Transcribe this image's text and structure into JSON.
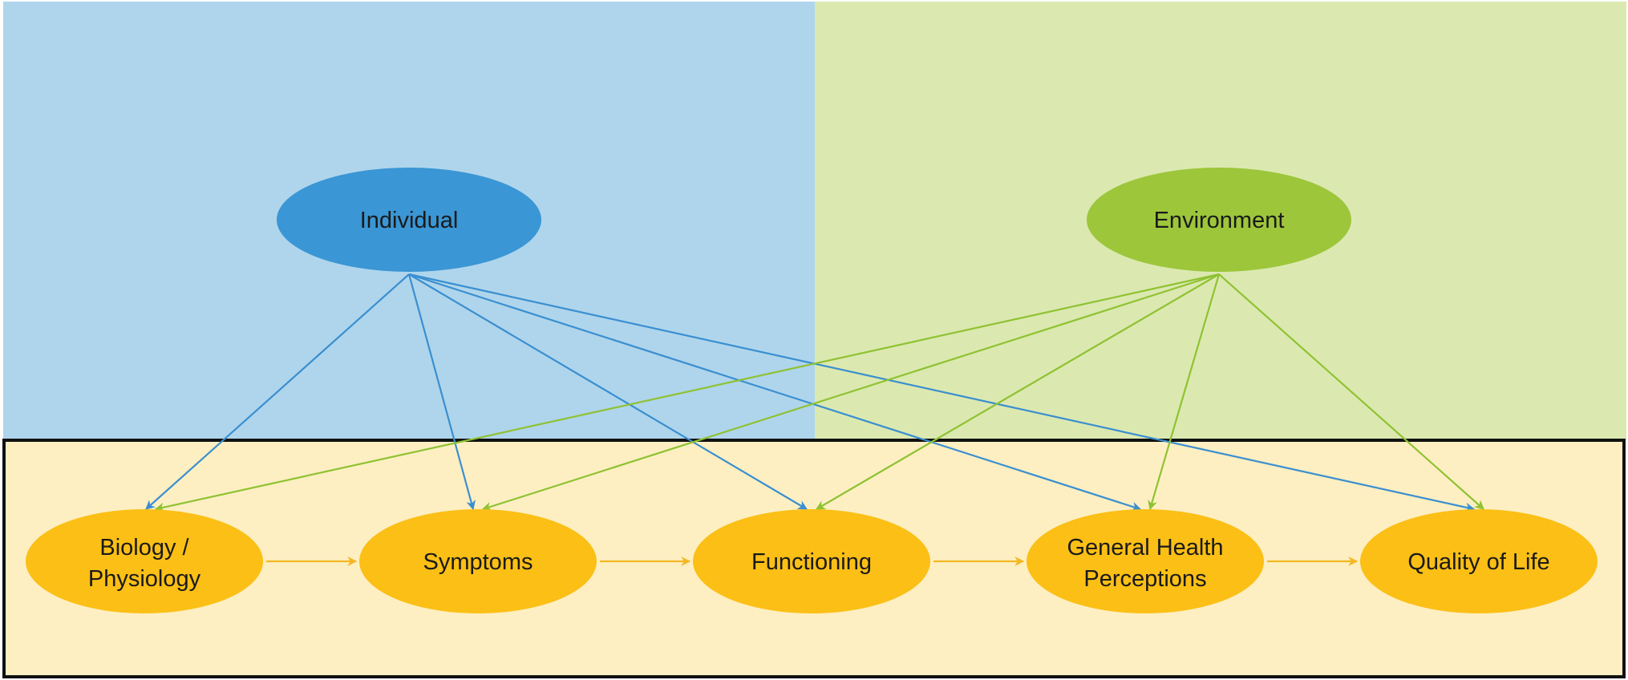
{
  "colors": {
    "individual_panel": "#afd5ec",
    "environment_panel": "#dbe9b0",
    "outcome_panel": "#fdefc2",
    "outcome_border": "#111111",
    "individual_node": "#3a96d4",
    "environment_node": "#9dc63b",
    "outcome_node": "#fbbf16",
    "individual_arrow": "#3a8fd0",
    "environment_arrow": "#8fc232",
    "outcome_arrow": "#f4b825",
    "text": "#1a1a1a"
  },
  "nodes": {
    "individual": {
      "label": "Individual"
    },
    "environment": {
      "label": "Environment"
    },
    "biology": {
      "label_line1": "Biology /",
      "label_line2": "Physiology"
    },
    "symptoms": {
      "label": "Symptoms"
    },
    "functioning": {
      "label": "Functioning"
    },
    "perceptions": {
      "label_line1": "General Health",
      "label_line2": "Perceptions"
    },
    "qol": {
      "label": "Quality of Life"
    }
  },
  "edges": {
    "individual": [
      "biology",
      "symptoms",
      "functioning",
      "perceptions",
      "qol"
    ],
    "environment": [
      "biology",
      "symptoms",
      "functioning",
      "perceptions",
      "qol"
    ],
    "chain": [
      [
        "biology",
        "symptoms"
      ],
      [
        "symptoms",
        "functioning"
      ],
      [
        "functioning",
        "perceptions"
      ],
      [
        "perceptions",
        "qol"
      ]
    ]
  }
}
